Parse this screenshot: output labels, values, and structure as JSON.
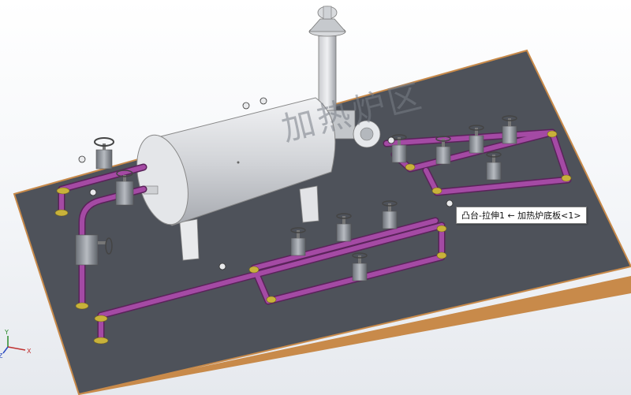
{
  "watermark": {
    "text": "加热炉区"
  },
  "tooltip": {
    "text": "凸台-拉伸1 ← 加热炉底板<1>"
  },
  "triad": {
    "x_label": "X",
    "y_label": "Y",
    "z_label": "Z"
  },
  "colors": {
    "base_plate": "#4e525a",
    "plate_edge": "#c88a4a",
    "pipe": "#9a3d9a",
    "flange": "#c8b23a",
    "tank": "#d4d6da",
    "valve": "#8a8f96"
  }
}
